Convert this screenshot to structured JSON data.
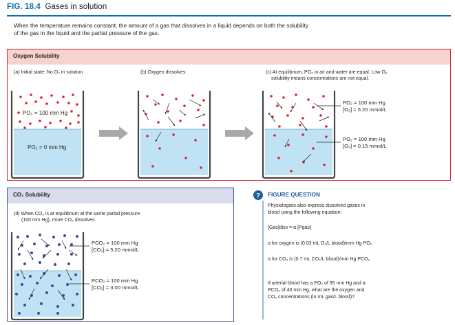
{
  "figure": {
    "label": "FIG. 18.4",
    "title": "Gases in solution",
    "intro": "When the temperature remains constant, the amount of a gas that dissolves in a liquid depends on both the solubility of the gas in the liquid and the partial pressure of the gas."
  },
  "oxygen": {
    "header": "Oxygen Solubility",
    "panel_a": {
      "caption": "(a) Initial state: No O₂ in solution",
      "air_label": "PO₂ = 100 mm Hg",
      "water_label": "PO₂ = 0 mm Hg"
    },
    "panel_b": {
      "caption": "(b) Oxygen dissolves."
    },
    "panel_c": {
      "caption_line1": "(c) At equilibrium, PO₂ in air and water are equal. Low O₂",
      "caption_line2": "solubility means concentrations are not equal.",
      "air_p": "PO₂ = 100 mm Hg",
      "air_c": "[O₂] = 5.20 mmol/L",
      "water_p": "PO₂ = 100 mm Hg",
      "water_c": "[O₂] = 0.15 mmol/L"
    }
  },
  "co2": {
    "header": "CO₂ Solubility",
    "panel_d": {
      "caption_line1": "(d) When CO₂ is at equilibrium at the same partial pressure",
      "caption_line2": "(100 mm Hg), more CO₂ dissolves.",
      "air_p": "PCO₂ = 100 mm Hg",
      "air_c": "[CO₂] = 5.20 mmol/L",
      "water_p": "PCO₂ = 100 mm Hg",
      "water_c": "[CO₂] = 3.00 mmol/L"
    }
  },
  "figure_question": {
    "icon": "?",
    "heading": "FIGURE QUESTION",
    "line1": "Physiologists also express dissolved gases in",
    "line2": "blood using the following equation:",
    "equation": "[Gas]diss = α [Pgas]",
    "alpha_o2": "α for oxygen is (0.03 mL O₂/L blood)/mm Hg PO₂",
    "alpha_co2": "α for CO₂ is (0.7 mL CO₂/L blood)/mm Hg PCO₂",
    "q_line1": "If arterial blood has a PO₂ of 95 mm Hg and a",
    "q_line2": "PCO₂ of 40 mm Hg, what are the oxygen and",
    "q_line3": "CO₂ concentrations (in mL gas/L blood)?"
  },
  "colors": {
    "oxygen_accent": "#d9232d",
    "oxygen_header_fill": "#f7d3d0",
    "co2_accent": "#4a4e8f",
    "co2_header_fill": "#d8dcec",
    "water": "#bfe3f4",
    "o2_molecule": "#d9232d",
    "co2_molecule": "#3f4a9e",
    "question_blue": "#1f5fa0"
  }
}
